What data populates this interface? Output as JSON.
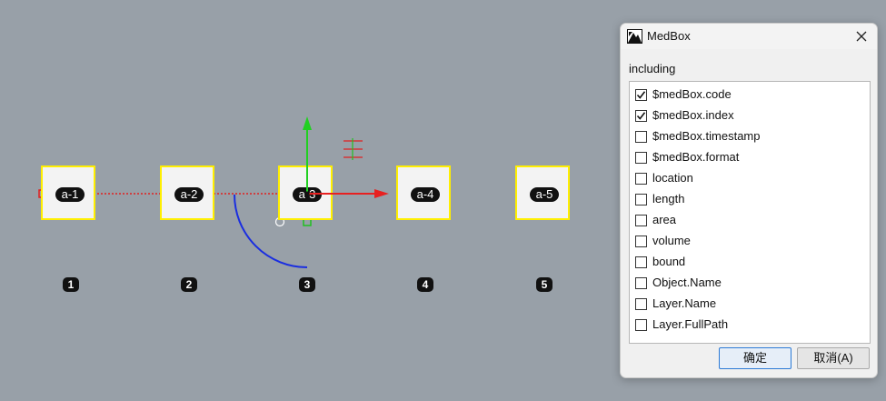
{
  "viewport": {
    "boxes": [
      {
        "label": "a-1"
      },
      {
        "label": "a-2"
      },
      {
        "label": "a-3"
      },
      {
        "label": "a-4"
      },
      {
        "label": "a-5"
      }
    ],
    "numbers": [
      "1",
      "2",
      "3",
      "4",
      "5"
    ]
  },
  "dialog": {
    "title": "MedBox",
    "close_icon": "close-icon",
    "group_label": "including",
    "items": [
      {
        "label": "$medBox.code",
        "checked": true
      },
      {
        "label": "$medBox.index",
        "checked": true
      },
      {
        "label": "$medBox.timestamp",
        "checked": false
      },
      {
        "label": "$medBox.format",
        "checked": false
      },
      {
        "label": "location",
        "checked": false
      },
      {
        "label": "length",
        "checked": false
      },
      {
        "label": "area",
        "checked": false
      },
      {
        "label": "volume",
        "checked": false
      },
      {
        "label": "bound",
        "checked": false
      },
      {
        "label": "Object.Name",
        "checked": false
      },
      {
        "label": "Layer.Name",
        "checked": false
      },
      {
        "label": "Layer.FullPath",
        "checked": false
      }
    ],
    "ok_label": "确定",
    "cancel_label": "取消(A)"
  }
}
